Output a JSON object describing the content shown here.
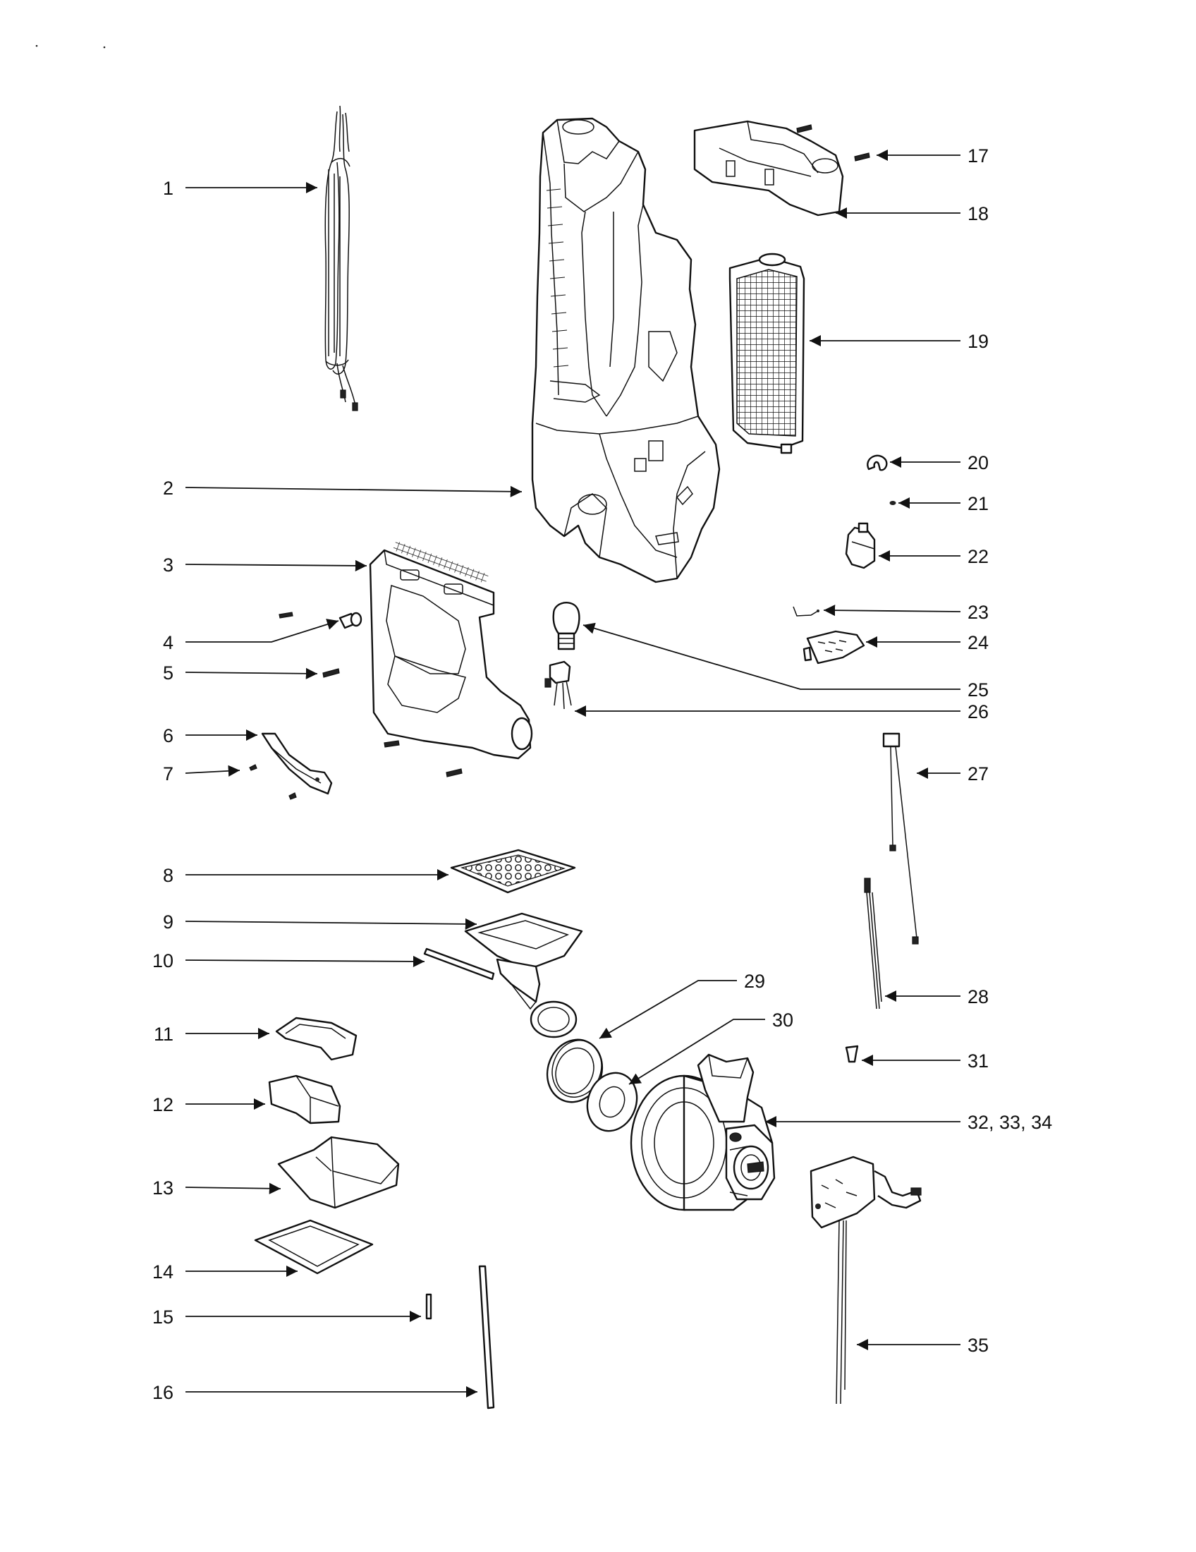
{
  "labels": {
    "l1": "1",
    "l2": "2",
    "l3": "3",
    "l4": "4",
    "l5": "5",
    "l6": "6",
    "l7": "7",
    "l8": "8",
    "l9": "9",
    "l10": "10",
    "l11": "11",
    "l12": "12",
    "l13": "13",
    "l14": "14",
    "l15": "15",
    "l16": "16",
    "l17": "17",
    "l18": "18",
    "l19": "19",
    "l20": "20",
    "l21": "21",
    "l22": "22",
    "l23": "23",
    "l24": "24",
    "l25": "25",
    "l26": "26",
    "l27": "27",
    "l28": "28",
    "l29": "29",
    "l30": "30",
    "l31": "31",
    "l32": "32, 33, 34",
    "l35": "35"
  }
}
